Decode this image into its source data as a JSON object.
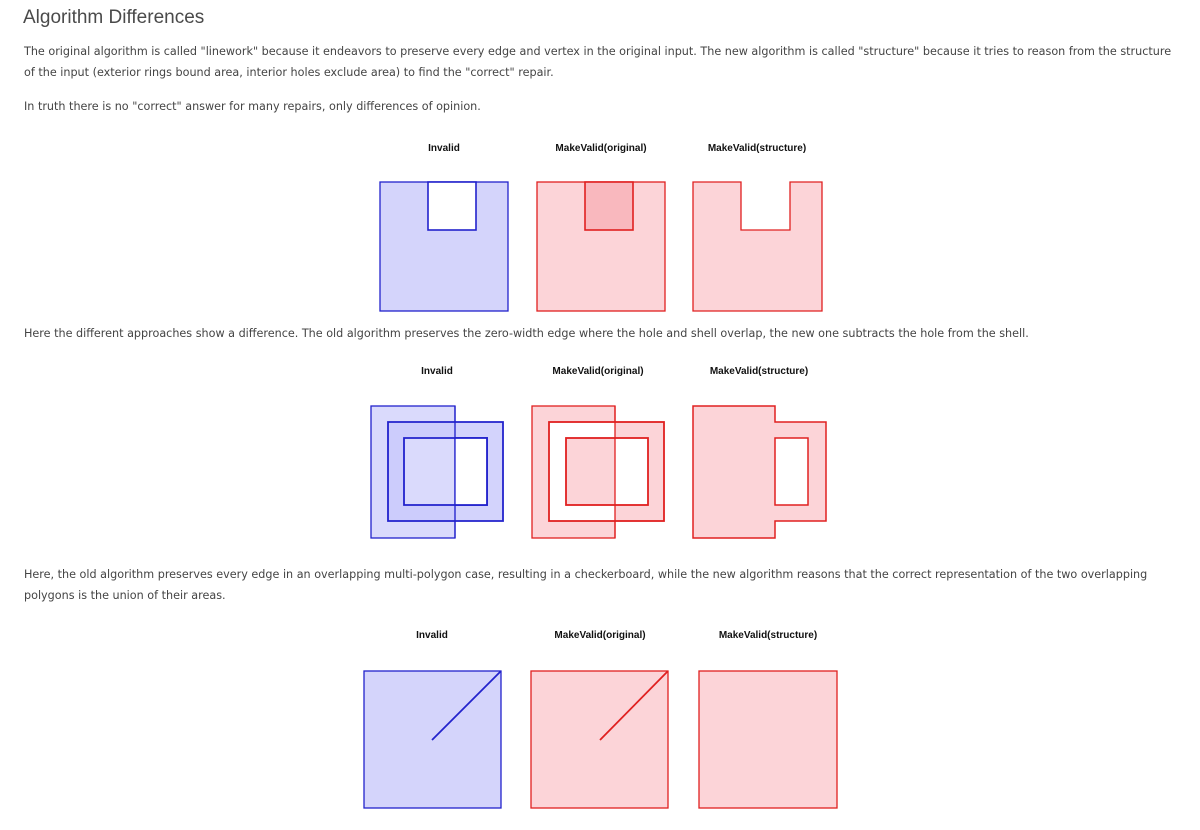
{
  "title": "Algorithm Differences",
  "paragraphs": [
    "The original algorithm is called \"linework\" because it endeavors to preserve every edge and vertex in the original input. The new algorithm is called \"structure\" because it tries to reason from the structure of the input (exterior rings bound area, interior holes exclude area) to find the \"correct\" repair.",
    "In truth there is no \"correct\" answer for many repairs, only differences of opinion.",
    "Here the different approaches show a difference. The old algorithm preserves the zero-width edge where the hole and shell overlap, the new one subtracts the hole from the shell.",
    "Here, the old algorithm preserves every edge in an overlapping multi-polygon case, resulting in a checkerboard, while the new algorithm reasons that the correct representation of the two overlapping polygons is the union of their areas."
  ],
  "figure_labels": [
    "Invalid",
    "MakeValid(original)",
    "MakeValid(structure)"
  ],
  "colors": {
    "invalid_fill": "#d4d4fb",
    "invalid_stroke": "#2222cc",
    "valid_fill": "#fcd4d8",
    "valid_stroke": "#e02020"
  }
}
